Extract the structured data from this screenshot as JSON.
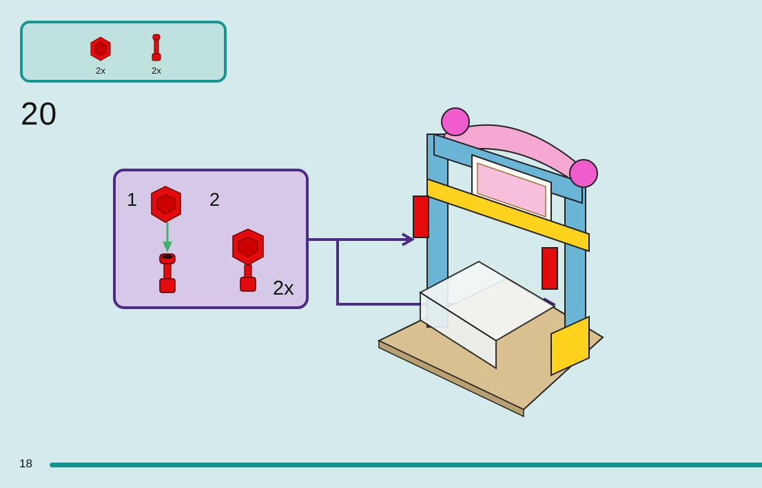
{
  "parts_list": {
    "items": [
      {
        "name": "red corner panel",
        "icon": "corner-panel-icon",
        "qty": "2x"
      },
      {
        "name": "red lamp post",
        "icon": "lamp-post-icon",
        "qty": "2x"
      }
    ]
  },
  "step": {
    "number": "20"
  },
  "sub_assembly": {
    "steps": [
      "1",
      "2"
    ],
    "multiplier": "2x"
  },
  "footer": {
    "page_number": "18",
    "progress": 1.0
  },
  "colors": {
    "background": "#d4eaeb",
    "parts_box_border": "#16968f",
    "callout_bg": "#d6c8e7",
    "callout_border": "#4c2b86",
    "brick_red": "#e30b0b",
    "progress": "#13948e",
    "arrow_green": "#3fb26a"
  }
}
